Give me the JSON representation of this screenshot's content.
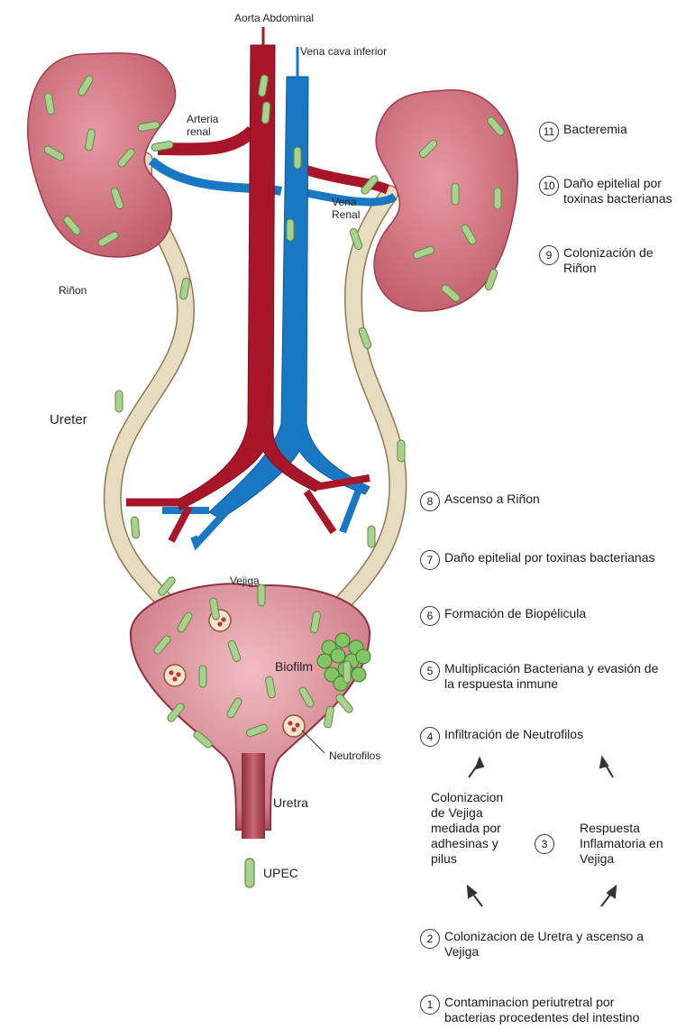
{
  "labels": {
    "aorta": "Aorta Abdominal",
    "vena_cava": "Vena cava inferior",
    "arteria_renal": "Arteria\nrenal",
    "vena_renal": "Vena\nRenal",
    "rinon": "Riñon",
    "ureter": "Ureter",
    "vejiga": "Vejiga",
    "biofilm": "Biofilm",
    "neutrofilos": "Neutrofilos",
    "uretra": "Uretra",
    "upec": "UPEC"
  },
  "steps": [
    {
      "num": "11",
      "text": "Bacteremia"
    },
    {
      "num": "10",
      "text": "Daño epitelial por\ntoxinas bacterianas"
    },
    {
      "num": "9",
      "text": "Colonización de\nRiñon"
    },
    {
      "num": "8",
      "text": "Ascenso a Riñon"
    },
    {
      "num": "7",
      "text": "Daño epitelial por toxinas bacterianas"
    },
    {
      "num": "6",
      "text": "Formación de Biopélicula"
    },
    {
      "num": "5",
      "text": "Multiplicación Bacteriana y evasión de\nla respuesta inmune"
    },
    {
      "num": "4",
      "text": "Infiltración de Neutrofilos"
    },
    {
      "num": "3",
      "text": ""
    },
    {
      "num": "2",
      "text": "Colonizacion de Uretra y ascenso a\nVejiga"
    },
    {
      "num": "1",
      "text": "Contaminacion periutretral por\nbacterias procedentes del intestino"
    }
  ],
  "cycle": {
    "left_text": "Colonizacion\nde Vejiga\nmediada por\nadhesinas y\npilus",
    "right_text": "Respuesta\nInflamatoria en\nVejiga"
  },
  "colors": {
    "kidney": "#cc6b78",
    "artery": "#a8162a",
    "vein": "#1a78c2",
    "ureter": "#e4d8b8",
    "bacteria": "#a9d18e",
    "bladder": "#c86a76",
    "biofilm": "#82c466"
  }
}
